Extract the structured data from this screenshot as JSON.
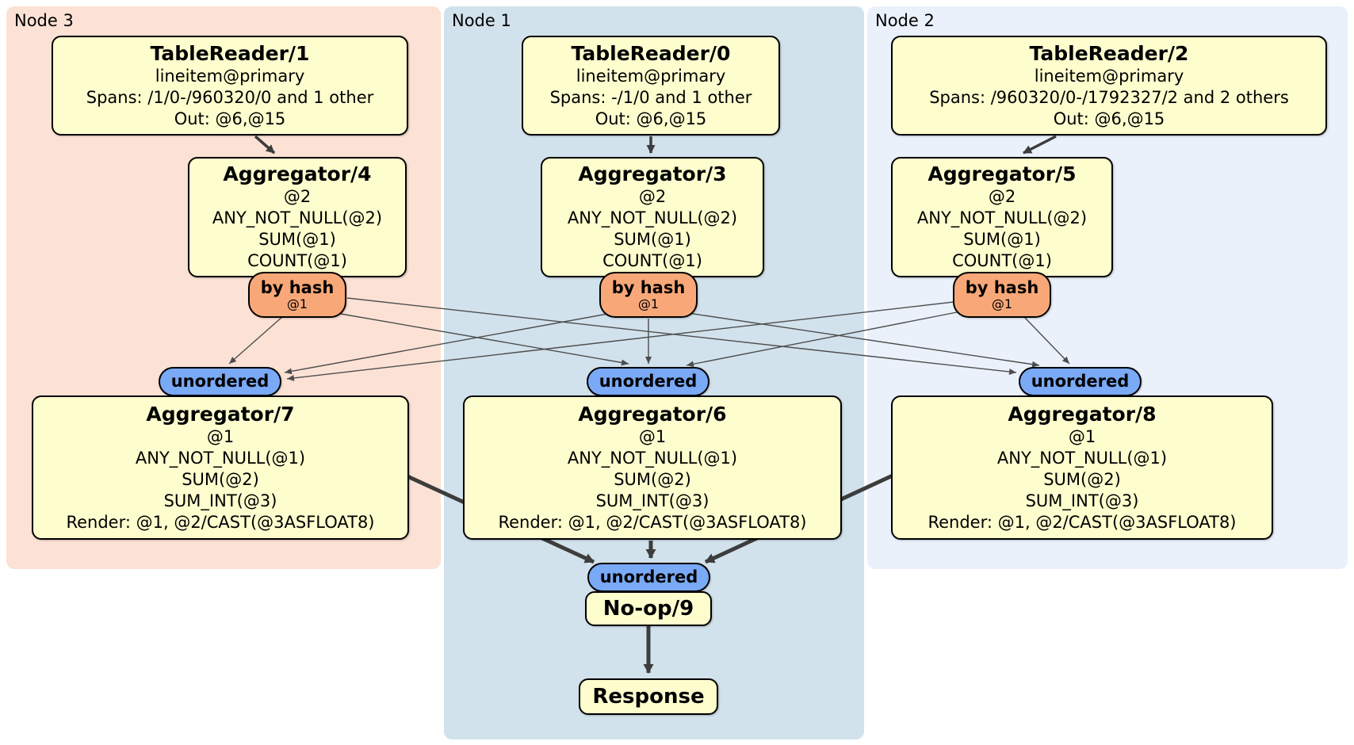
{
  "regions": {
    "node3": {
      "label": "Node 3"
    },
    "node1": {
      "label": "Node 1"
    },
    "node2": {
      "label": "Node 2"
    }
  },
  "colors": {
    "node3_bg": "#fce2d5",
    "node1_bg": "#d2e2ec",
    "node2_bg": "#eaf1fb",
    "box_bg": "#fdfdce",
    "hash_badge_bg": "#f8a878",
    "stream_badge_bg": "#7aa9f5",
    "edge": "#4d4d4d",
    "edge_thick": "#3d3d3d"
  },
  "boxes": {
    "tr1": {
      "title": "TableReader/1",
      "lines": [
        "lineitem@primary",
        "Spans: /1/0-/960320/0 and 1 other",
        "Out: @6,@15"
      ]
    },
    "tr0": {
      "title": "TableReader/0",
      "lines": [
        "lineitem@primary",
        "Spans: -/1/0 and 1 other",
        "Out: @6,@15"
      ]
    },
    "tr2": {
      "title": "TableReader/2",
      "lines": [
        "lineitem@primary",
        "Spans: /960320/0-/1792327/2 and 2 others",
        "Out: @6,@15"
      ]
    },
    "agg4": {
      "title": "Aggregator/4",
      "lines": [
        "@2",
        "ANY_NOT_NULL(@2)",
        "SUM(@1)",
        "COUNT(@1)"
      ]
    },
    "agg3": {
      "title": "Aggregator/3",
      "lines": [
        "@2",
        "ANY_NOT_NULL(@2)",
        "SUM(@1)",
        "COUNT(@1)"
      ]
    },
    "agg5": {
      "title": "Aggregator/5",
      "lines": [
        "@2",
        "ANY_NOT_NULL(@2)",
        "SUM(@1)",
        "COUNT(@1)"
      ]
    },
    "agg7": {
      "title": "Aggregator/7",
      "lines": [
        "@1",
        "ANY_NOT_NULL(@1)",
        "SUM(@2)",
        "SUM_INT(@3)",
        "Render: @1, @2/CAST(@3ASFLOAT8)"
      ]
    },
    "agg6": {
      "title": "Aggregator/6",
      "lines": [
        "@1",
        "ANY_NOT_NULL(@1)",
        "SUM(@2)",
        "SUM_INT(@3)",
        "Render: @1, @2/CAST(@3ASFLOAT8)"
      ]
    },
    "agg8": {
      "title": "Aggregator/8",
      "lines": [
        "@1",
        "ANY_NOT_NULL(@1)",
        "SUM(@2)",
        "SUM_INT(@3)",
        "Render: @1, @2/CAST(@3ASFLOAT8)"
      ]
    },
    "noop": {
      "title": "No-op/9"
    },
    "response": {
      "title": "Response"
    }
  },
  "badges": {
    "byhash": {
      "label": "by hash",
      "sub": "@1"
    },
    "unordered": {
      "label": "unordered"
    }
  }
}
